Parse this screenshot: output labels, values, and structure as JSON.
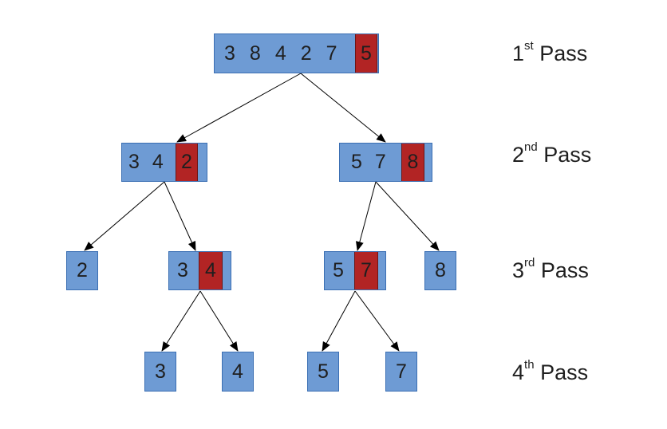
{
  "colors": {
    "box": "#6e9bd4",
    "pivot": "#b22424",
    "arrow": "#000000"
  },
  "root": {
    "values": [
      "3",
      "8",
      "4",
      "2",
      "7"
    ],
    "pivot": "5"
  },
  "pass2": {
    "left": {
      "values": [
        "3",
        "4"
      ],
      "pivot": "2"
    },
    "right": {
      "values": [
        "5",
        "7"
      ],
      "pivot": "8"
    }
  },
  "pass3": {
    "a": {
      "values": [
        "2"
      ]
    },
    "b": {
      "values": [
        "3"
      ],
      "pivot": "4"
    },
    "c": {
      "values": [
        "5"
      ],
      "pivot": "7"
    },
    "d": {
      "values": [
        "8"
      ]
    }
  },
  "pass4": [
    {
      "value": "3"
    },
    {
      "value": "4"
    },
    {
      "value": "5"
    },
    {
      "value": "7"
    }
  ],
  "passes": [
    {
      "num": "1",
      "sup": "st",
      "text": "Pass"
    },
    {
      "num": "2",
      "sup": "nd",
      "text": "Pass"
    },
    {
      "num": "3",
      "sup": "rd",
      "text": "Pass"
    },
    {
      "num": "4",
      "sup": "th",
      "text": "Pass"
    }
  ]
}
